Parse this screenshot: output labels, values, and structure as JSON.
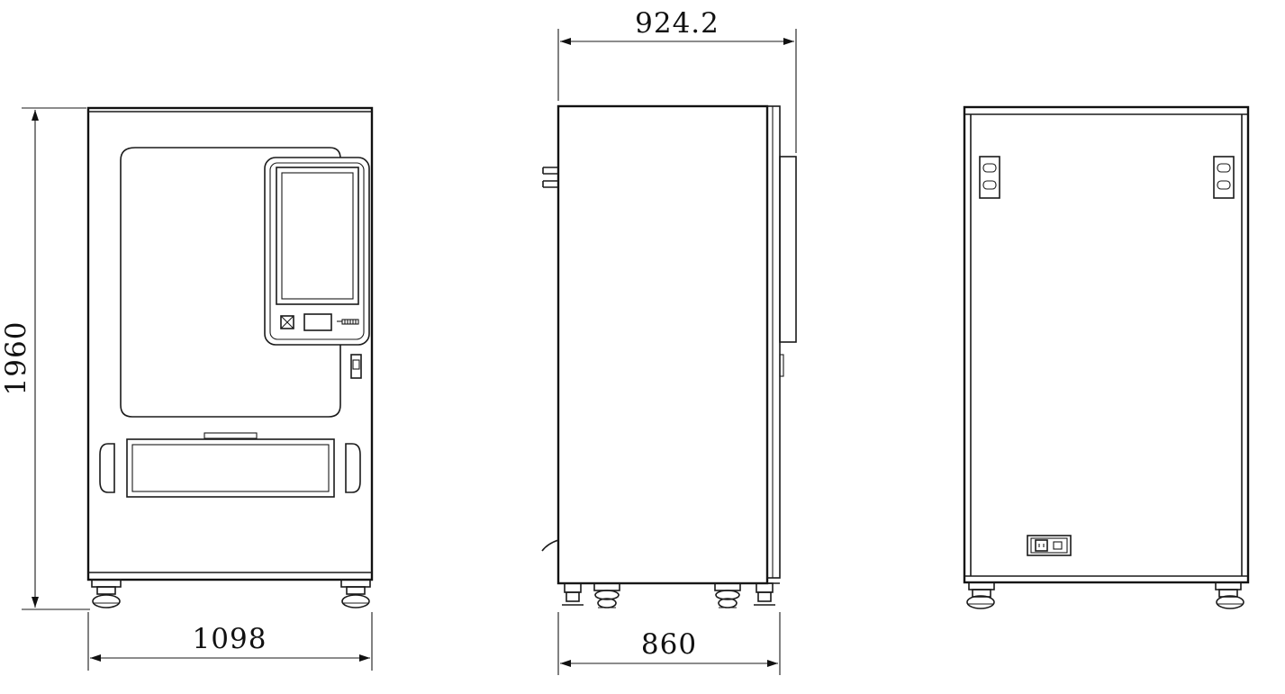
{
  "dimensions": {
    "front_height": "1960",
    "front_width": "1098",
    "side_overall_depth": "924.2",
    "side_body_depth": "860"
  },
  "colors": {
    "line": "#1a1a1a",
    "background": "#ffffff"
  }
}
